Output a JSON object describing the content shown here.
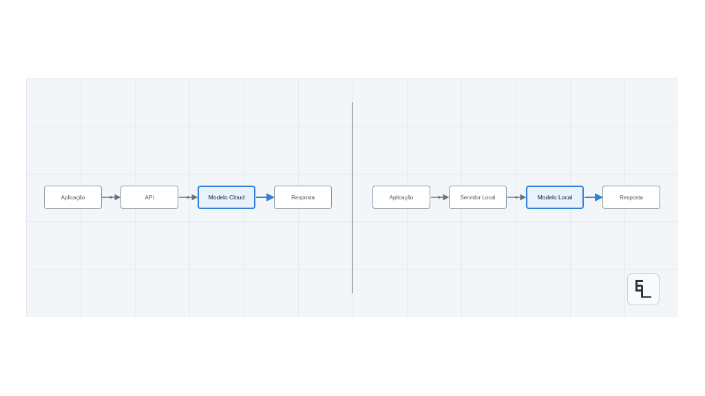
{
  "left_flow": {
    "nodes": [
      {
        "label": "Aplicação",
        "highlight": false
      },
      {
        "label": "API",
        "highlight": false
      },
      {
        "label": "Modelo Cloud",
        "highlight": true
      },
      {
        "label": "Resposta",
        "highlight": false
      }
    ]
  },
  "right_flow": {
    "nodes": [
      {
        "label": "Aplicação",
        "highlight": false
      },
      {
        "label": "Servidor Local",
        "highlight": false
      },
      {
        "label": "Modelo Local",
        "highlight": true
      },
      {
        "label": "Resposta",
        "highlight": false
      }
    ]
  },
  "colors": {
    "accent": "#2f80d6",
    "connector": "#6b7280",
    "highlight_fill": "#e9f2fc",
    "background": "#f3f6f9"
  },
  "logo": {
    "icon": "el-logo-icon"
  }
}
